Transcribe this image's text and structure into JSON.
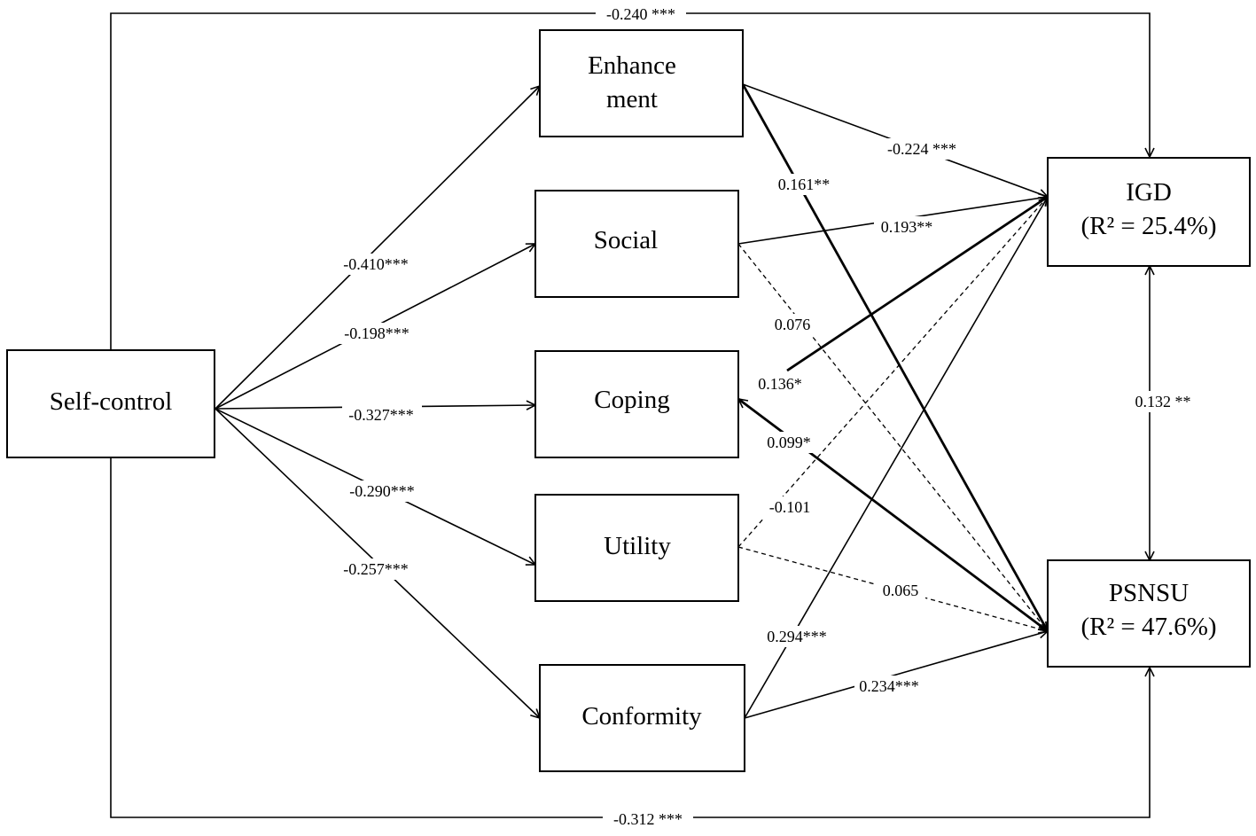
{
  "nodes": {
    "self_control": {
      "line1": "Self-control"
    },
    "enhancement": {
      "line1": "Enhance",
      "line2": "ment"
    },
    "social": {
      "line1": "Social"
    },
    "coping": {
      "line1": "Coping"
    },
    "utility": {
      "line1": "Utility"
    },
    "conformity": {
      "line1": "Conformity"
    },
    "igd": {
      "line1": "IGD",
      "line2": "(R² = 25.4%)"
    },
    "psnsu": {
      "line1": "PSNSU",
      "line2": "(R² = 47.6%)"
    }
  },
  "edges": {
    "sc_igd": "-0.240 ***",
    "sc_psnsu": "-0.312 ***",
    "sc_enh": "-0.410***",
    "sc_soc": "-0.198***",
    "sc_cop": "-0.327***",
    "sc_uti": "-0.290***",
    "sc_con": "-0.257***",
    "enh_igd": "-0.224 ***",
    "enh_psnsu": "0.161**",
    "soc_igd": "0.193**",
    "soc_psnsu": "0.076",
    "cop_igd": "0.136*",
    "cop_psnsu": "0.099*",
    "uti_igd": "-0.101",
    "uti_psnsu": "0.065",
    "con_igd": "0.294***",
    "con_psnsu": "0.234***",
    "igd_psnsu": "0.132 **"
  }
}
